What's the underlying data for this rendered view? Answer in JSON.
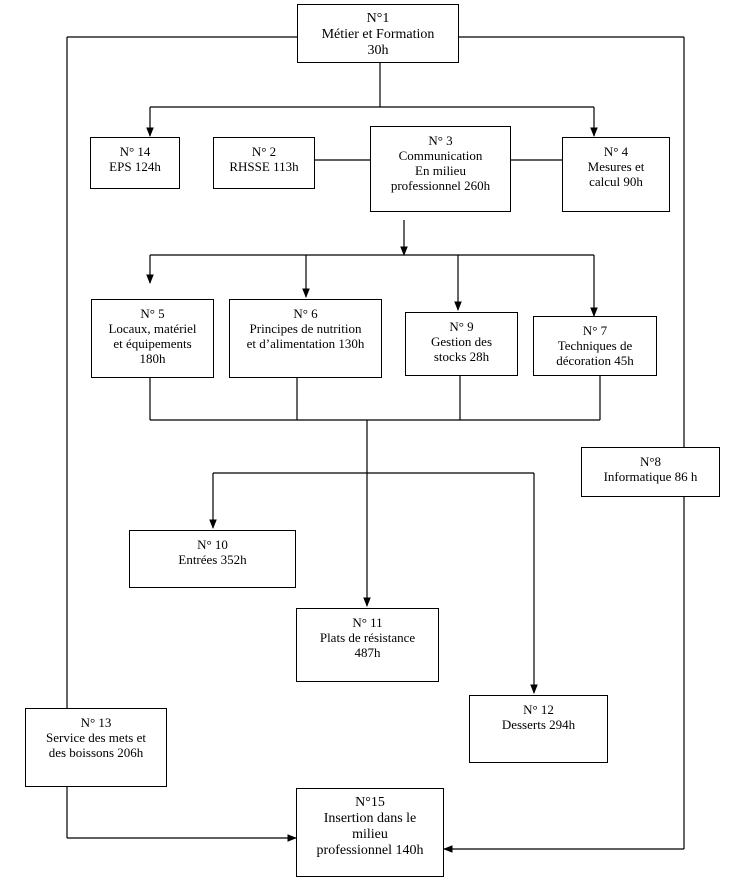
{
  "modules": {
    "n1": {
      "lines": [
        "N°1",
        "Métier et Formation",
        "30h"
      ]
    },
    "n14": {
      "lines": [
        "N° 14",
        "EPS 124h"
      ]
    },
    "n2": {
      "lines": [
        "N° 2",
        "RHSSE 113h"
      ]
    },
    "n3": {
      "lines": [
        "N° 3",
        "Communication",
        "En  milieu",
        "professionnel 260h"
      ]
    },
    "n4": {
      "lines": [
        "N° 4",
        "Mesures et",
        "calcul 90h"
      ]
    },
    "n5": {
      "lines": [
        "N° 5",
        "Locaux, matériel",
        "et équipements",
        "180h"
      ]
    },
    "n6": {
      "lines": [
        "N° 6",
        "Principes de nutrition",
        "et d’alimentation 130h"
      ]
    },
    "n9": {
      "lines": [
        "N° 9",
        "Gestion des",
        "stocks 28h"
      ]
    },
    "n7": {
      "lines": [
        "N° 7",
        "Techniques de",
        "décoration 45h"
      ]
    },
    "n8": {
      "lines": [
        "N°8",
        "Informatique 86 h"
      ]
    },
    "n10": {
      "lines": [
        "N° 10",
        "Entrées 352h"
      ]
    },
    "n11": {
      "lines": [
        "N° 11",
        "Plats de résistance",
        "487h"
      ]
    },
    "n12": {
      "lines": [
        "N° 12",
        "Desserts 294h"
      ]
    },
    "n13": {
      "lines": [
        "N° 13",
        "Service des mets et",
        "des boissons 206h"
      ]
    },
    "n15": {
      "lines": [
        "N°15",
        "Insertion dans  le",
        "milieu",
        "professionnel 140h"
      ]
    }
  }
}
